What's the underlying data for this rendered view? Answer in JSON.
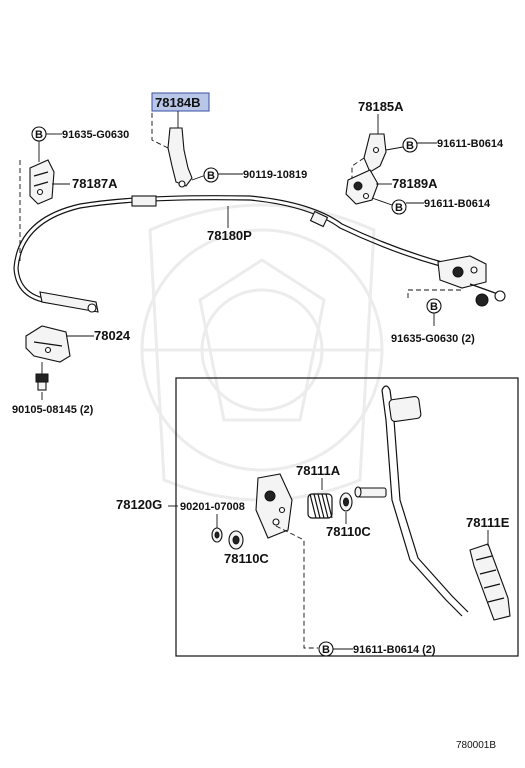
{
  "parts": {
    "p78184B": "78184B",
    "p78185A": "78185A",
    "p78187A": "78187A",
    "p78180P": "78180P",
    "p78189A": "78189A",
    "p78024": "78024",
    "p78111A": "78111A",
    "p78120G": "78120G",
    "p78110C_right": "78110C",
    "p78110C_left": "78110C",
    "p78111E": "78111E"
  },
  "fasteners": {
    "f91635_top": "91635-G0630",
    "f90119": "90119-10819",
    "f91611_a": "91611-B0614",
    "f91611_b": "91611-B0614",
    "f91635_right": "91635-G0630 (2)",
    "f90105": "90105-08145 (2)",
    "f90201": "90201-07008",
    "f91611_bottom": "91611-B0614 (2)"
  },
  "callout_letter": "B",
  "diagram_ref": "780001B",
  "colors": {
    "highlight": "#b8c6e8",
    "highlight_border": "#3a4fa0"
  }
}
